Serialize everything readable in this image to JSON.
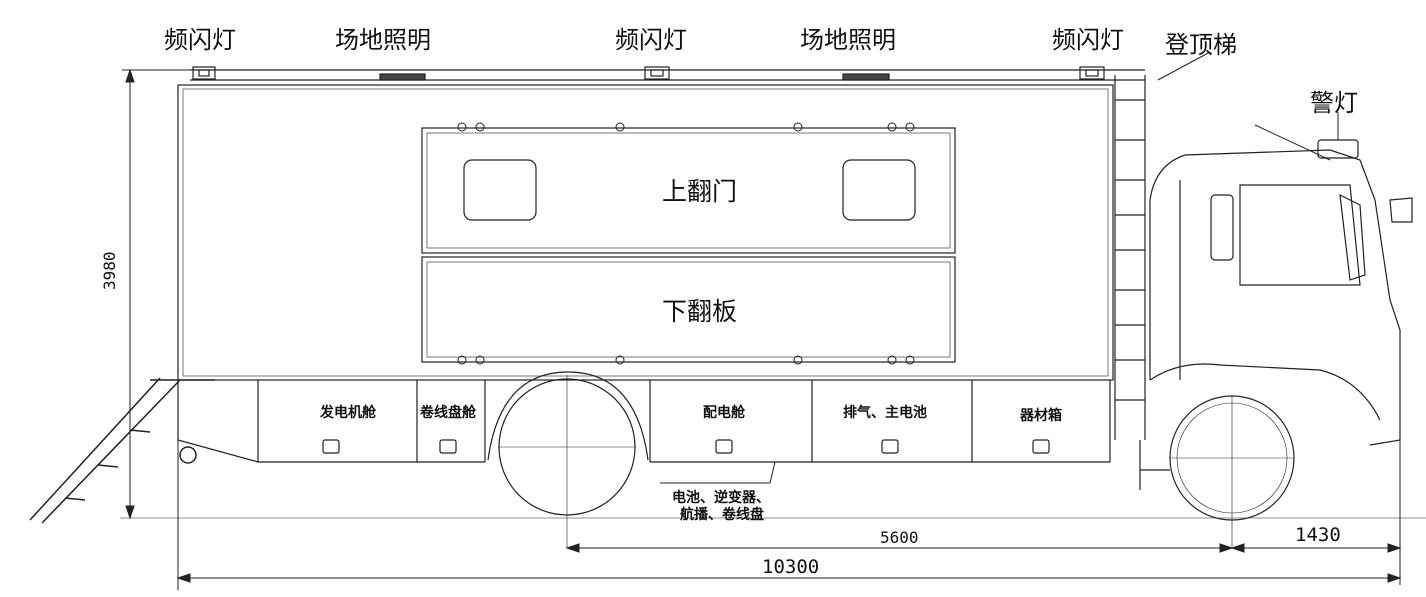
{
  "labels": {
    "strobe_1": "频闪灯",
    "floodlight_1": "场地照明",
    "strobe_2": "频闪灯",
    "floodlight_2": "场地照明",
    "strobe_3": "频闪灯",
    "ladder": "登顶梯",
    "warning_light": "警灯",
    "upper_door": "上翻门",
    "lower_panel": "下翻板"
  },
  "compartments": [
    "发电机舱",
    "卷线盘舱",
    "配电舱",
    "排气、主电池",
    "器材箱"
  ],
  "callout": {
    "line1": "电池、逆变器、",
    "line2": "航播、卷线盘"
  },
  "dimensions": {
    "height": "3980",
    "wheelbase": "5600",
    "front_overhang": "1430",
    "overall_length": "10300"
  },
  "colors": {
    "line": "#222222",
    "background": "#ffffff"
  }
}
